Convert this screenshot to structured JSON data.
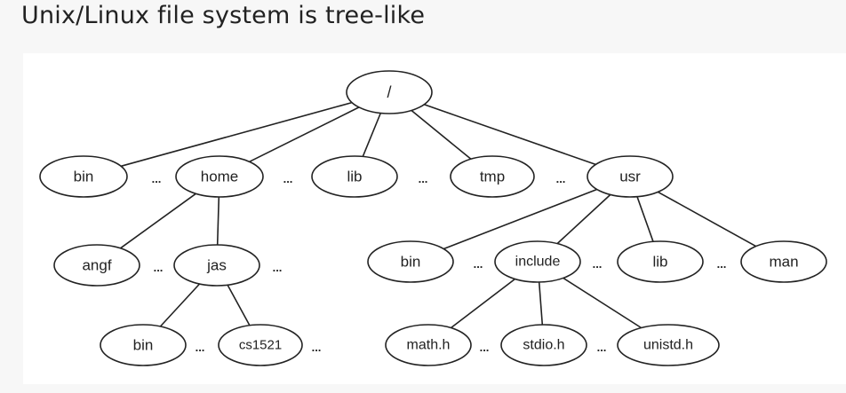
{
  "title": "Unix/Linux file system is tree-like",
  "tree": {
    "nodes": [
      {
        "id": "root",
        "label": "/"
      },
      {
        "id": "bin",
        "label": "bin"
      },
      {
        "id": "home",
        "label": "home"
      },
      {
        "id": "lib",
        "label": "lib"
      },
      {
        "id": "tmp",
        "label": "tmp"
      },
      {
        "id": "usr",
        "label": "usr"
      },
      {
        "id": "angf",
        "label": "angf"
      },
      {
        "id": "jas",
        "label": "jas"
      },
      {
        "id": "jas_bin",
        "label": "bin"
      },
      {
        "id": "cs1521",
        "label": "cs1521"
      },
      {
        "id": "usr_bin",
        "label": "bin"
      },
      {
        "id": "include",
        "label": "include"
      },
      {
        "id": "usr_lib",
        "label": "lib"
      },
      {
        "id": "man",
        "label": "man"
      },
      {
        "id": "math_h",
        "label": "math.h"
      },
      {
        "id": "stdio_h",
        "label": "stdio.h"
      },
      {
        "id": "unistd_h",
        "label": "unistd.h"
      }
    ],
    "edges": [
      [
        "root",
        "bin"
      ],
      [
        "root",
        "home"
      ],
      [
        "root",
        "lib"
      ],
      [
        "root",
        "tmp"
      ],
      [
        "root",
        "usr"
      ],
      [
        "home",
        "angf"
      ],
      [
        "home",
        "jas"
      ],
      [
        "jas",
        "jas_bin"
      ],
      [
        "jas",
        "cs1521"
      ],
      [
        "usr",
        "usr_bin"
      ],
      [
        "usr",
        "include"
      ],
      [
        "usr",
        "usr_lib"
      ],
      [
        "usr",
        "man"
      ],
      [
        "include",
        "math_h"
      ],
      [
        "include",
        "stdio_h"
      ],
      [
        "include",
        "unistd_h"
      ]
    ],
    "ellipsis_text": "..."
  }
}
